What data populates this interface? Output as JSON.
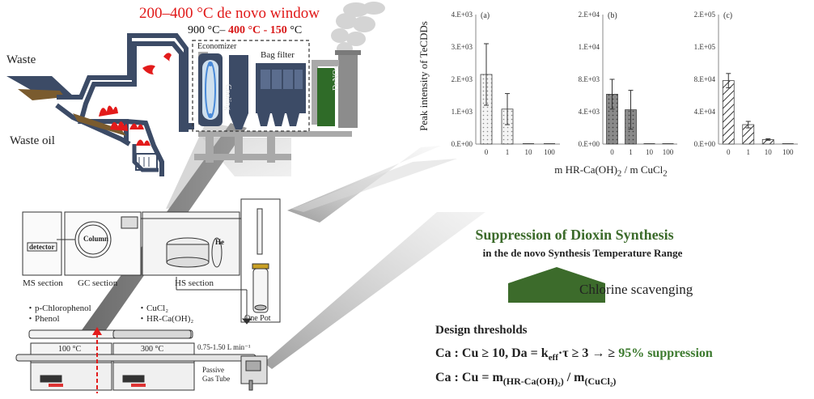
{
  "plant": {
    "window_title": "200–400 °C de novo window",
    "temp_start": "900 °C– ",
    "temp_mid": "400 °C - 150",
    "temp_end": " °C",
    "waste_label": "Waste",
    "waste_oil_label": "Waste oil",
    "economizer_label": "Economizer",
    "bag_filter_label": "Bag filter",
    "cooling_label": "Cooling",
    "denox_label": "DeNOx"
  },
  "apparatus": {
    "ms_label": "MS section",
    "gc_label": "GC section",
    "hs_label": "HS section",
    "detector_label": "detector",
    "column_label": "Column",
    "he_label": "He",
    "reagent_1": "・p-Chlorophenol",
    "reagent_2": "・Phenol",
    "reagent_3": "・CuCl₂",
    "reagent_4": "・HR-Ca(OH)₂",
    "one_pot_label": "One Pot",
    "temp_zone_1": "100 °C",
    "temp_zone_2": "300 °C",
    "flow_label": "0.75-1.50 L min⁻¹",
    "passive_label_1": "Passive",
    "passive_label_2": "Gas Tube"
  },
  "chart_data": [
    {
      "type": "bar",
      "panel_label": "(a)",
      "categories": [
        "0",
        "1",
        "10",
        "100"
      ],
      "values": [
        2150,
        1080,
        0,
        0
      ],
      "errors": [
        950,
        480,
        0,
        0
      ],
      "yticks": [
        "0.E+00",
        "1.E+03",
        "2.E+03",
        "3.E+03",
        "4.E+03"
      ],
      "ylim": [
        0,
        4000
      ],
      "fill": "dotted"
    },
    {
      "type": "bar",
      "panel_label": "(b)",
      "categories": [
        "0",
        "1",
        "10",
        "100"
      ],
      "values": [
        7700,
        5300,
        0,
        0
      ],
      "errors": [
        2300,
        3000,
        0,
        0
      ],
      "yticks": [
        "0.E+00",
        "4.E+03",
        "8.E+03",
        "1.E+04",
        "2.E+04"
      ],
      "ylim": [
        0,
        20000
      ],
      "fill": "dark-dotted"
    },
    {
      "type": "bar",
      "panel_label": "(c)",
      "categories": [
        "0",
        "1",
        "10",
        "100"
      ],
      "values": [
        98000,
        30000,
        7000,
        0
      ],
      "errors": [
        11000,
        5000,
        1200,
        0
      ],
      "yticks": [
        "0.E+00",
        "4.E+04",
        "8.E+04",
        "1.E+05",
        "2.E+05"
      ],
      "ylim": [
        0,
        200000
      ],
      "fill": "hatched"
    }
  ],
  "chart_text": {
    "ylabel": "Peak intensity of TeCDDs",
    "xlabel_1": "m HR-Ca(OH)",
    "xlabel_sub": "2",
    "xlabel_2": " / m CuCl",
    "xlabel_sub2": "2"
  },
  "summary": {
    "title": "Suppression of Dioxin Synthesis",
    "subtitle": "in the de novo Synthesis Temperature Range",
    "mechanism": "Chlorine scavenging",
    "design_title": "Design thresholds",
    "design_line1_a": "Ca : Cu ≥ 10, Da = k",
    "design_line1_sub": "eff",
    "design_line1_b": "·τ ≥ 3 → ≥ ",
    "design_line1_green": "95% suppression",
    "design_line2_a": "Ca : Cu = m",
    "design_line2_sub1": "(HR-Ca(OH)₂)",
    "design_line2_b": " / m",
    "design_line2_sub2": "(CuCl₂)"
  },
  "colors": {
    "accent_red": "#e11818",
    "accent_green": "#3c6b2b",
    "duct": "#3c4b66",
    "denox": "#2f6b28"
  }
}
